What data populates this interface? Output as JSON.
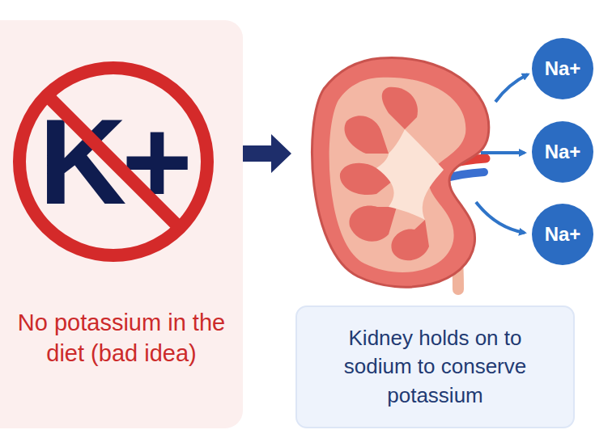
{
  "diagram": {
    "nodes": [
      {
        "text": [
          "No potassium in the diet (bad idea)"
        ]
      },
      {
        "text": [
          "K+"
        ],
        "in": 0
      },
      {
        "text": [
          "Na+"
        ]
      },
      {
        "text": [
          "Na+"
        ]
      },
      {
        "text": [
          "Na+"
        ]
      },
      {
        "text": [
          "Kidney holds on to sodium to conserve potassium"
        ]
      }
    ]
  }
}
